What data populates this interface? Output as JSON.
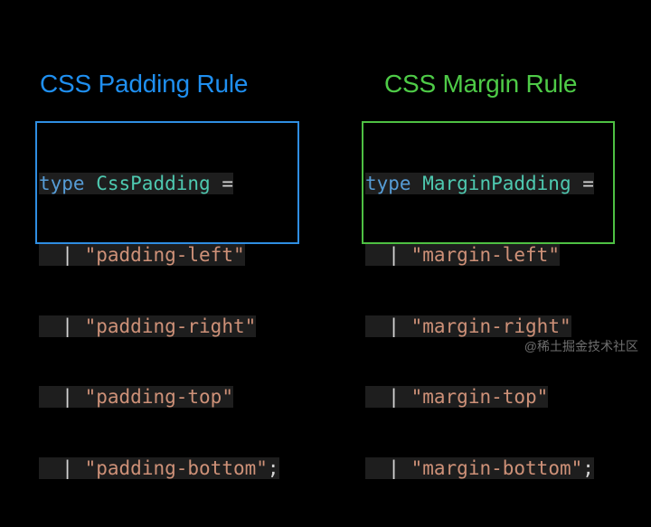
{
  "left": {
    "title": "CSS Padding Rule",
    "keyword": "type",
    "type_name": "CssPadding",
    "equals": "=",
    "pipe": "|",
    "values": [
      "\"padding-left\"",
      "\"padding-right\"",
      "\"padding-top\"",
      "\"padding-bottom\""
    ],
    "terminator": ";"
  },
  "right": {
    "title": "CSS Margin Rule",
    "keyword": "type",
    "type_name": "MarginPadding",
    "equals": "=",
    "pipe": "|",
    "values": [
      "\"margin-left\"",
      "\"margin-right\"",
      "\"margin-top\"",
      "\"margin-bottom\""
    ],
    "terminator": ";"
  },
  "watermark": "@稀土掘金技术社区",
  "colors": {
    "left_accent": "#1f8ff0",
    "right_accent": "#4ecb47",
    "keyword": "#569cd6",
    "type_name": "#4ec9b0",
    "string": "#ce9178",
    "background": "#000000"
  }
}
